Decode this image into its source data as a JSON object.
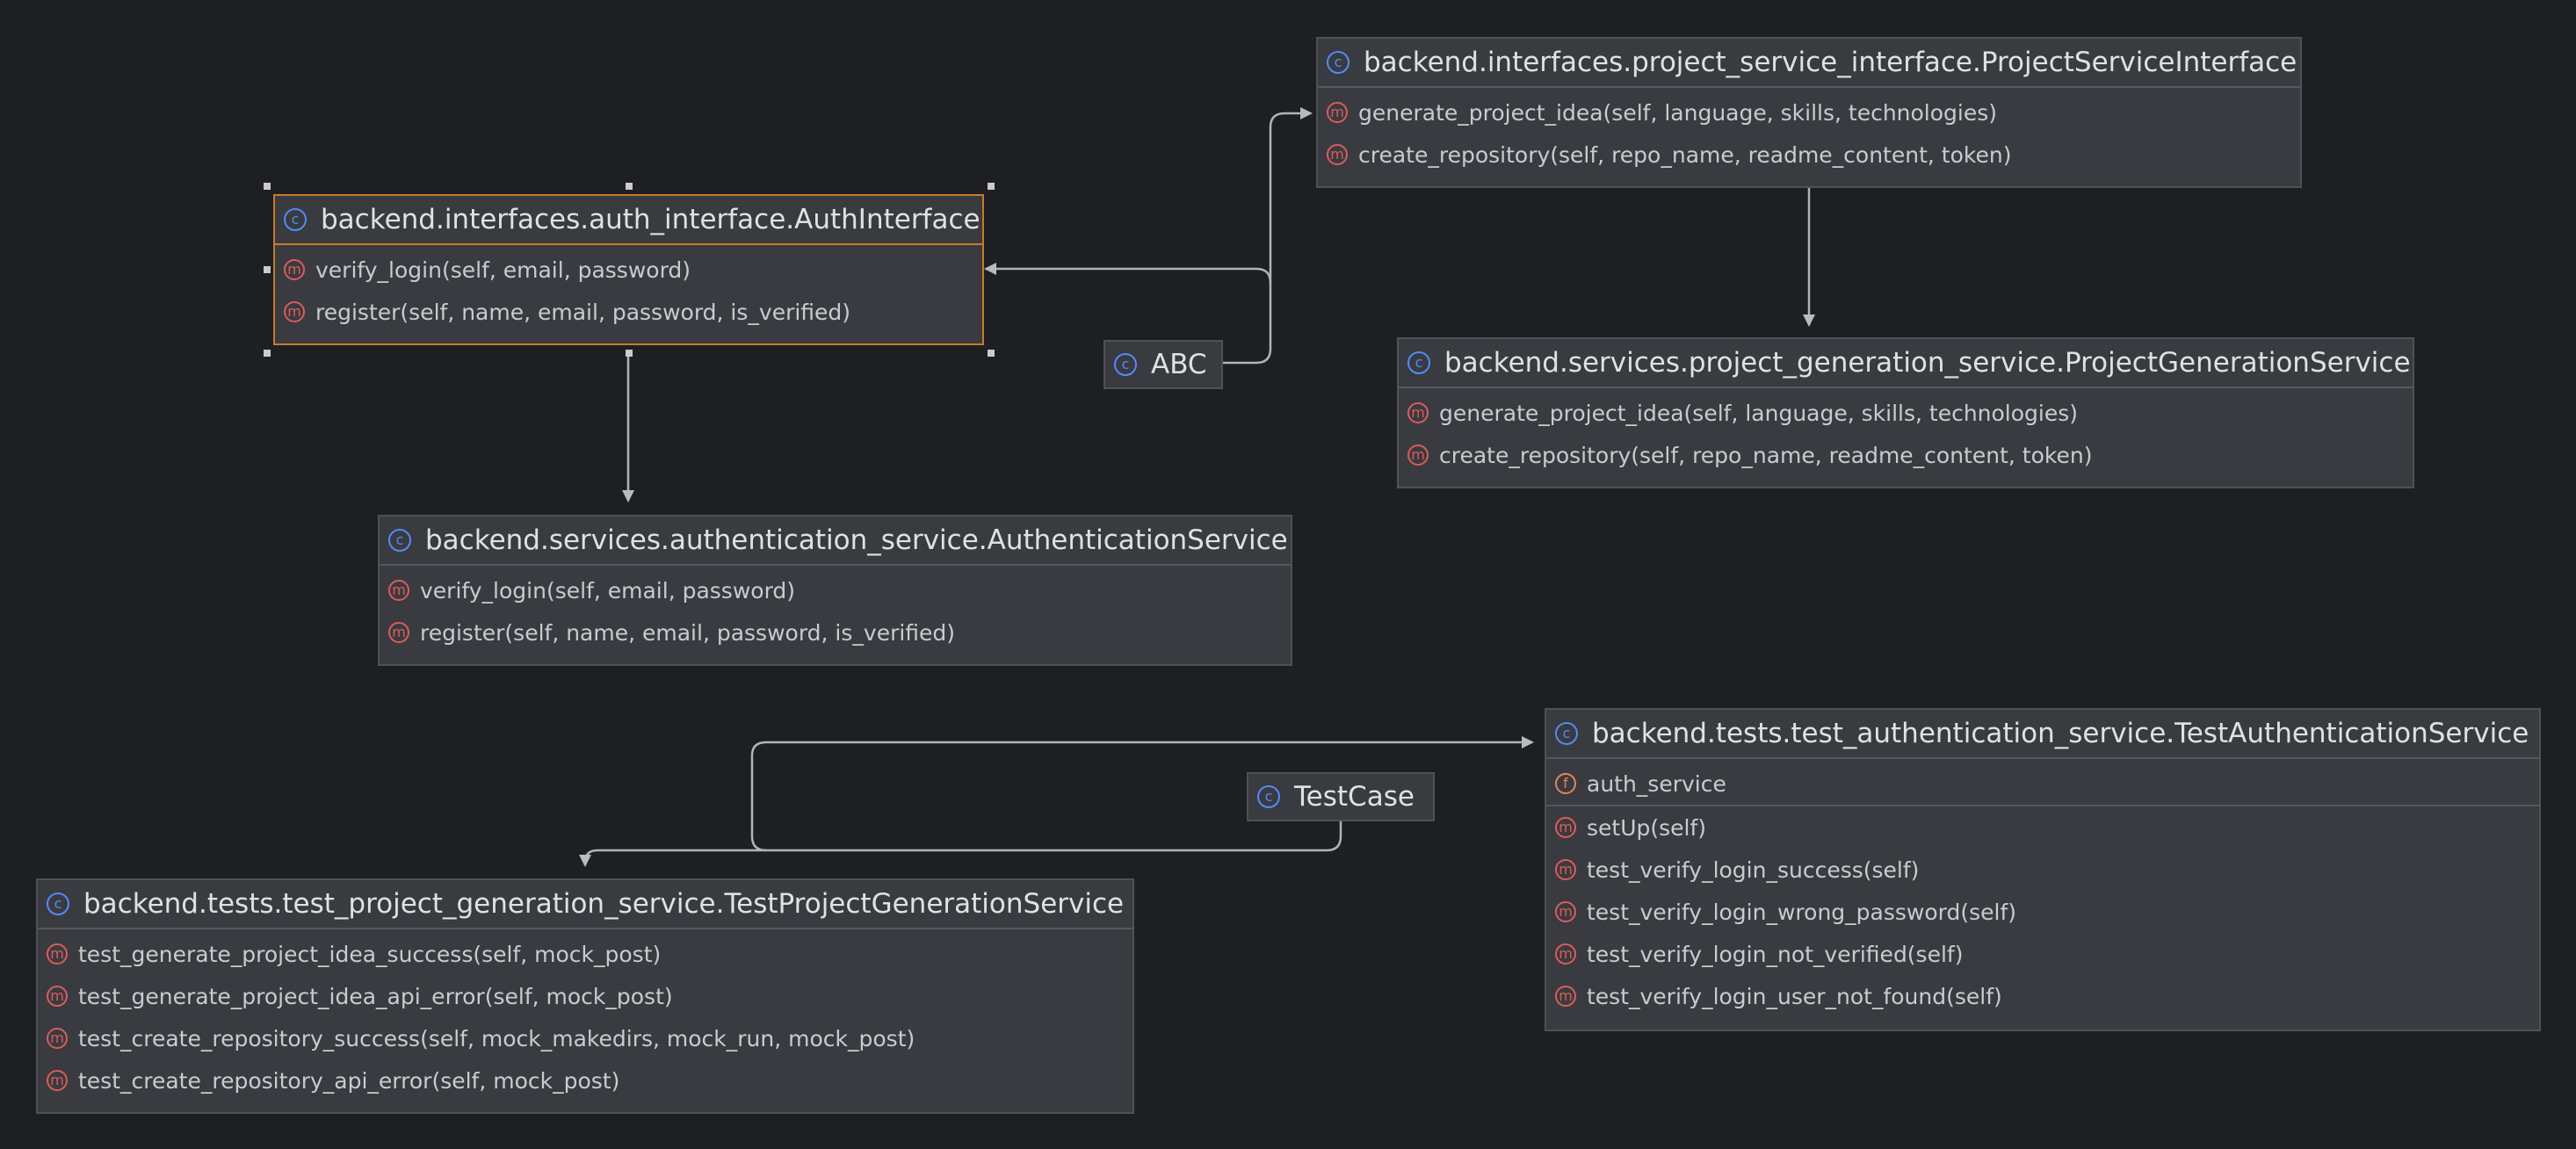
{
  "classes": {
    "auth_interface": {
      "name": "backend.interfaces.auth_interface.AuthInterface",
      "methods": [
        "verify_login(self, email, password)",
        "register(self, name, email, password, is_verified)"
      ]
    },
    "project_service_interface": {
      "name": "backend.interfaces.project_service_interface.ProjectServiceInterface",
      "methods": [
        "generate_project_idea(self, language, skills, technologies)",
        "create_repository(self, repo_name, readme_content, token)"
      ]
    },
    "abc": {
      "name": "ABC"
    },
    "project_generation_service": {
      "name": "backend.services.project_generation_service.ProjectGenerationService",
      "methods": [
        "generate_project_idea(self, language, skills, technologies)",
        "create_repository(self, repo_name, readme_content, token)"
      ]
    },
    "authentication_service": {
      "name": "backend.services.authentication_service.AuthenticationService",
      "methods": [
        "verify_login(self, email, password)",
        "register(self, name, email, password, is_verified)"
      ]
    },
    "test_case": {
      "name": "TestCase"
    },
    "test_authentication_service": {
      "name": "backend.tests.test_authentication_service.TestAuthenticationService",
      "fields": [
        "auth_service"
      ],
      "methods": [
        "setUp(self)",
        "test_verify_login_success(self)",
        "test_verify_login_wrong_password(self)",
        "test_verify_login_not_verified(self)",
        "test_verify_login_user_not_found(self)"
      ]
    },
    "test_project_generation_service": {
      "name": "backend.tests.test_project_generation_service.TestProjectGenerationService",
      "methods": [
        "test_generate_project_idea_success(self, mock_post)",
        "test_generate_project_idea_api_error(self, mock_post)",
        "test_create_repository_success(self, mock_makedirs, mock_run, mock_post)",
        "test_create_repository_api_error(self, mock_post)"
      ]
    }
  },
  "icons": {
    "class": "c",
    "method": "m",
    "field": "f"
  },
  "colors": {
    "background": "#1e1f22",
    "node_fill": "#393b40",
    "selection": "#c77a2a",
    "class_icon": "#548af7",
    "method_icon": "#db5c5c",
    "field_icon": "#e08855",
    "edge": "#b0b3b8"
  }
}
